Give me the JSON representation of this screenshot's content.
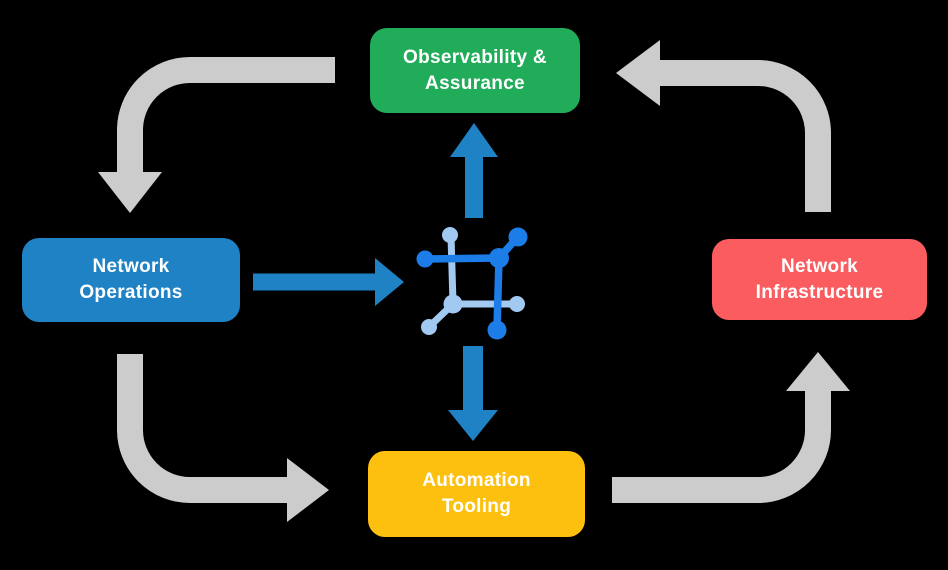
{
  "background_color": "#000000",
  "diagram": {
    "type": "cycle-flowchart",
    "nodes": [
      {
        "id": "observability-assurance",
        "label": "Observability &\nAssurance",
        "color": "#21AC5A",
        "text_color": "#FFFFFF",
        "position": "top"
      },
      {
        "id": "network-operations",
        "label": "Network\nOperations",
        "color": "#1E82C5",
        "text_color": "#FFFFFF",
        "position": "left"
      },
      {
        "id": "network-infrastructure",
        "label": "Network\nInfrastructure",
        "color": "#FA5C5F",
        "text_color": "#FFFFFF",
        "position": "right"
      },
      {
        "id": "automation-tooling",
        "label": "Automation\nTooling",
        "color": "#FEC00E",
        "text_color": "#FFFFFF",
        "position": "bottom"
      }
    ],
    "center_icon": {
      "name": "network-automation-hub-icon",
      "primary_color": "#1C7CE8",
      "secondary_color": "#A2C9F1"
    },
    "arrow_colors": {
      "cycle": "#CCCCCC",
      "core": "#1E82C5"
    },
    "flows": [
      {
        "from": "observability-assurance",
        "to": "network-operations",
        "type": "cycle"
      },
      {
        "from": "network-operations",
        "to": "automation-tooling",
        "type": "cycle"
      },
      {
        "from": "automation-tooling",
        "to": "network-infrastructure",
        "type": "cycle"
      },
      {
        "from": "network-infrastructure",
        "to": "observability-assurance",
        "type": "cycle"
      },
      {
        "from": "network-operations",
        "to": "center-icon",
        "type": "core"
      },
      {
        "from": "center-icon",
        "to": "observability-assurance",
        "type": "core"
      },
      {
        "from": "center-icon",
        "to": "automation-tooling",
        "type": "core"
      }
    ]
  }
}
